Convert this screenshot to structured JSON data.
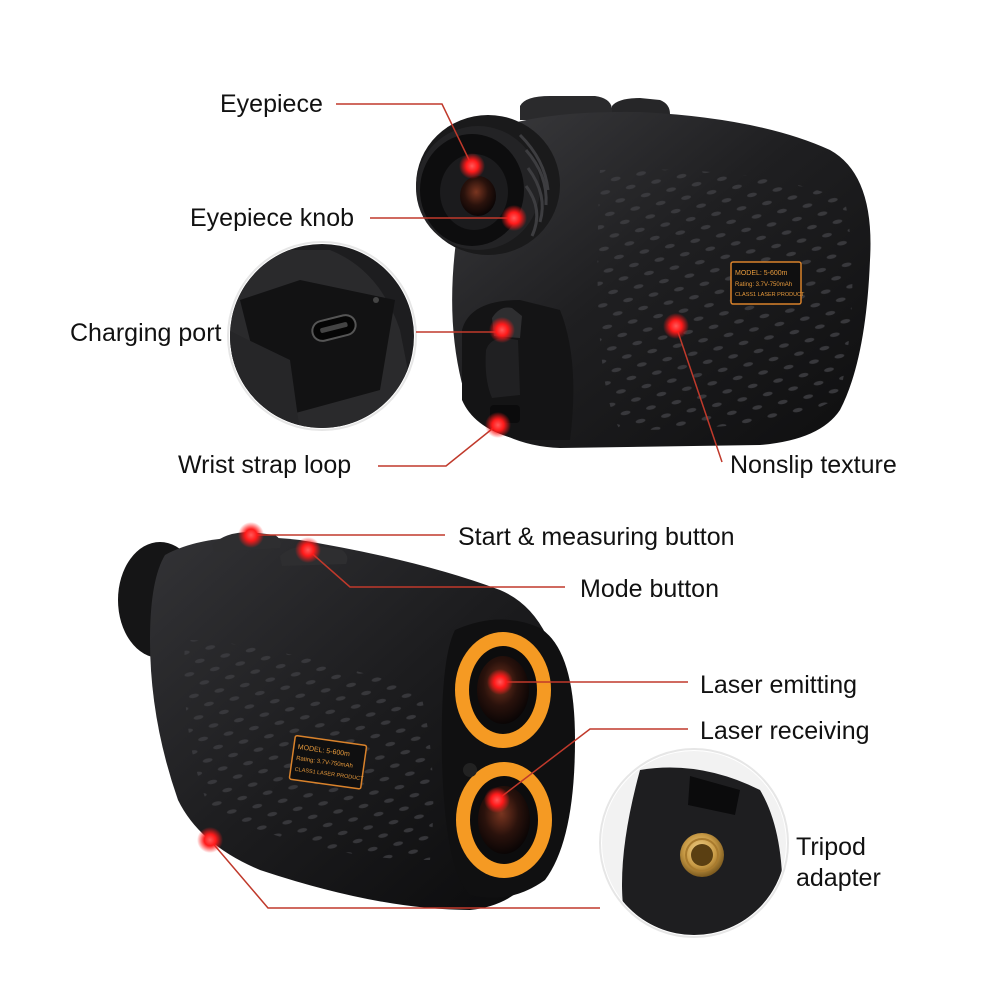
{
  "colors": {
    "background": "#ffffff",
    "device_body": "#1c1c1e",
    "device_highlight": "#3a3a3d",
    "accent_orange": "#f59a23",
    "leader_line": "#c0392b",
    "marker_dot": "#ff1a1a",
    "plate_border": "#d9822b",
    "plate_text": "#e79a3c",
    "text": "#111111"
  },
  "top_view": {
    "callouts": {
      "eyepiece": "Eyepiece",
      "eyepiece_knob": "Eyepiece knob",
      "charging_port": "Charging port",
      "wrist_strap_loop": "Wrist strap loop",
      "nonslip_texture": "Nonslip texture"
    },
    "plate": {
      "line1": "MODEL: 5-600m",
      "line2": "Rating: 3.7V-750mAh",
      "line3": "CLASS1 LASER PRODUCT"
    }
  },
  "bottom_view": {
    "callouts": {
      "start_button": "Start & measuring button",
      "mode_button": "Mode button",
      "laser_emitting": "Laser emitting",
      "laser_receiving": "Laser receiving",
      "tripod_line1": "Tripod",
      "tripod_line2": "adapter"
    },
    "plate": {
      "line1": "MODEL: 5-600m",
      "line2": "Rating: 3.7V-750mAh",
      "line3": "CLASS1 LASER PRODUCT"
    }
  },
  "icons": {
    "eyepiece": "eyepiece-icon",
    "charging_port": "usb-c-port-icon",
    "tripod": "tripod-thread-icon",
    "marker": "red-dot-marker-icon"
  }
}
